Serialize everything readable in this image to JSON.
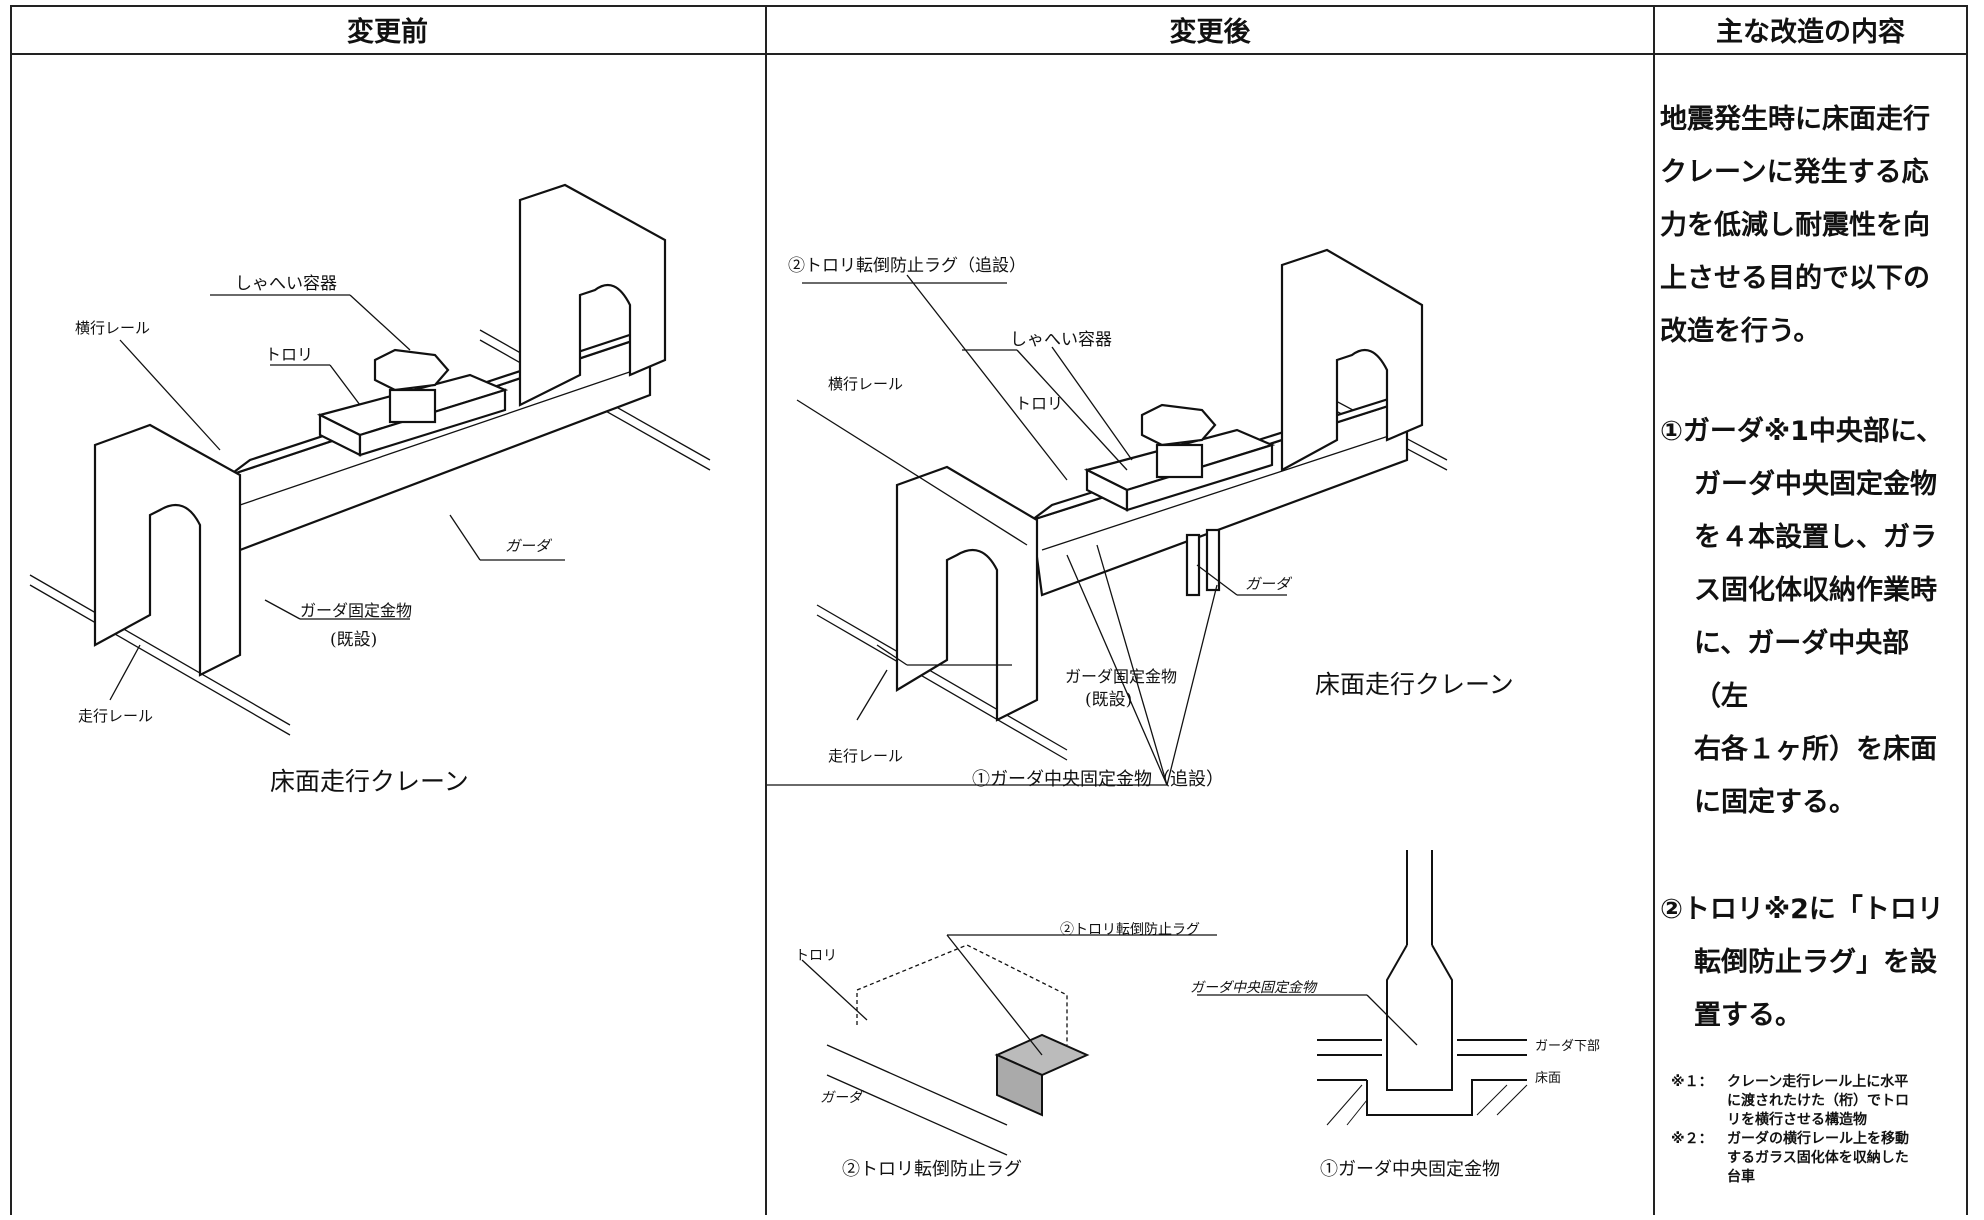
{
  "headers": {
    "before": "変更前",
    "after": "変更後",
    "content": "主な改造の内容"
  },
  "before_figure": {
    "container": "しゃへい容器",
    "traverse_rail": "横行レール",
    "trolley": "トロリ",
    "girder": "ガーダ",
    "girder_fixture": "ガーダ固定金物",
    "existing": "(既設)",
    "travel_rail": "走行レール",
    "caption": "床面走行クレーン"
  },
  "after_figure": {
    "lug_added": "②トロリ転倒防止ラグ（追設）",
    "container": "しゃへい容器",
    "traverse_rail": "横行レール",
    "trolley": "トロリ",
    "girder": "ガーダ",
    "girder_fixture": "ガーダ固定金物",
    "existing": "(既設)",
    "travel_rail": "走行レール",
    "center_fixture_added": "①ガーダ中央固定金物（追設）",
    "caption": "床面走行クレーン"
  },
  "detail_lug": {
    "label": "②トロリ転倒防止ラグ",
    "trolley": "トロリ",
    "girder": "ガーダ",
    "caption": "②トロリ転倒防止ラグ"
  },
  "detail_fixture": {
    "label": "ガーダ中央固定金物",
    "girder_bottom": "ガーダ下部",
    "floor": "床面",
    "caption": "①ガーダ中央固定金物"
  },
  "description": {
    "intro": [
      "地震発生時に床面走行",
      "クレーンに発生する応",
      "力を低減し耐震性を向",
      "上させる目的で以下の",
      "改造を行う。"
    ],
    "item1": [
      "①ガーダ※1中央部に、",
      "ガーダ中央固定金物",
      "を４本設置し、ガラ",
      "ス固化体収納作業時",
      "に、ガーダ中央部（左",
      "右各１ヶ所）を床面",
      "に固定する。"
    ],
    "item2": [
      "②トロリ※2に「トロリ",
      "転倒防止ラグ」を設",
      "置する。"
    ]
  },
  "notes": [
    {
      "key": "※１：",
      "lines": [
        "クレーン走行レール上に水平",
        "に渡されたけた（桁）でトロ",
        "リを横行させる構造物"
      ]
    },
    {
      "key": "※２：",
      "lines": [
        "ガーダの横行レール上を移動",
        "するガラス固化体を収納した",
        "台車"
      ]
    }
  ]
}
